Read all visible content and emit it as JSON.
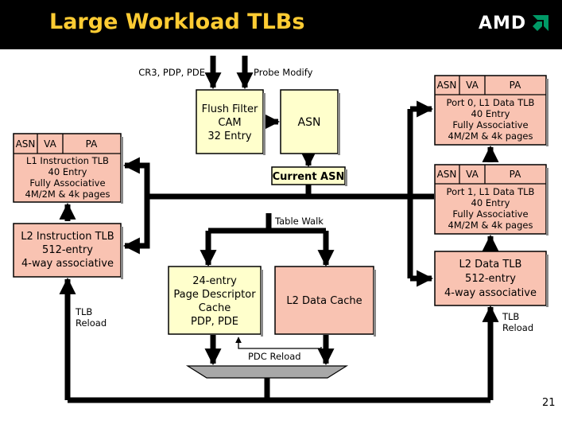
{
  "title": "Large Workload TLBs",
  "logo": {
    "text": "AMD",
    "color": "#ffffff",
    "mark_color": "#009966"
  },
  "page_number": "21",
  "colors": {
    "title_bar": "#000000",
    "title_text": "#ffcc33",
    "tlb_fill": "#f9c3b2",
    "yellow_fill": "#ffffcc",
    "mux_fill": "#a8a8a8"
  },
  "inputs": {
    "left": "CR3, PDP, PDE",
    "right": "Probe Modify"
  },
  "flush_filter": [
    "Flush Filter",
    "CAM",
    "32 Entry"
  ],
  "asn": "ASN",
  "current_asn": "Current ASN",
  "l1_itlb": {
    "header": [
      "ASN",
      "VA",
      "PA"
    ],
    "lines": [
      "L1 Instruction TLB",
      "40 Entry",
      "Fully Associative",
      "4M/2M & 4k pages"
    ]
  },
  "l2_itlb": [
    "L2 Instruction TLB",
    "512-entry",
    "4-way associative"
  ],
  "port0_dtlb": {
    "header": [
      "ASN",
      "VA",
      "PA"
    ],
    "lines": [
      "Port 0, L1 Data TLB",
      "40 Entry",
      "Fully Associative",
      "4M/2M & 4k pages"
    ]
  },
  "port1_dtlb": {
    "header": [
      "ASN",
      "VA",
      "PA"
    ],
    "lines": [
      "Port 1, L1 Data TLB",
      "40 Entry",
      "Fully Associative",
      "4M/2M & 4k pages"
    ]
  },
  "l2_dtlb": [
    "L2 Data TLB",
    "512-entry",
    "4-way associative"
  ],
  "table_walk": "Table Walk",
  "pdc": [
    "24-entry",
    "Page Descriptor",
    "Cache",
    "PDP, PDE"
  ],
  "l2_data_cache": "L2 Data Cache",
  "pdc_reload": "PDC Reload",
  "tlb_reload_left": [
    "TLB",
    "Reload"
  ],
  "tlb_reload_right": [
    "TLB",
    "Reload"
  ]
}
